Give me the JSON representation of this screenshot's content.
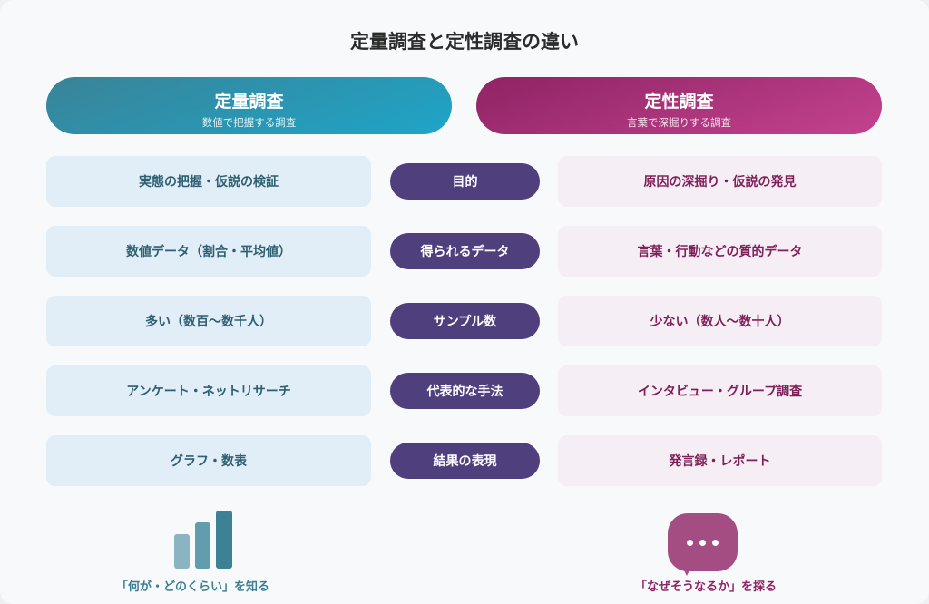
{
  "title": "定量調査と定性調査の違い",
  "left": {
    "heading": "定量調査",
    "subheading": "ー 数値で把握する調査 ー",
    "caption": "「何が・どのくらい」を知る"
  },
  "right": {
    "heading": "定性調査",
    "subheading": "ー 言葉で深掘りする調査 ー",
    "caption": "「なぜそうなるか」を探る"
  },
  "rows": [
    {
      "label": "目的",
      "left": "実態の把握・仮説の検証",
      "right": "原因の深掘り・仮説の発見"
    },
    {
      "label": "得られるデータ",
      "left": "数値データ（割合・平均値）",
      "right": "言葉・行動などの質的データ"
    },
    {
      "label": "サンプル数",
      "left": "多い（数百〜数千人）",
      "right": "少ない（数人〜数十人）"
    },
    {
      "label": "代表的な手法",
      "left": "アンケート・ネットリサーチ",
      "right": "インタビュー・グループ調査"
    },
    {
      "label": "結果の表現",
      "left": "グラフ・数表",
      "right": "発言録・レポート"
    }
  ],
  "colors": {
    "quant": "#1ea5c8",
    "qual": "#c4428f",
    "label": "#4f3f7d"
  }
}
